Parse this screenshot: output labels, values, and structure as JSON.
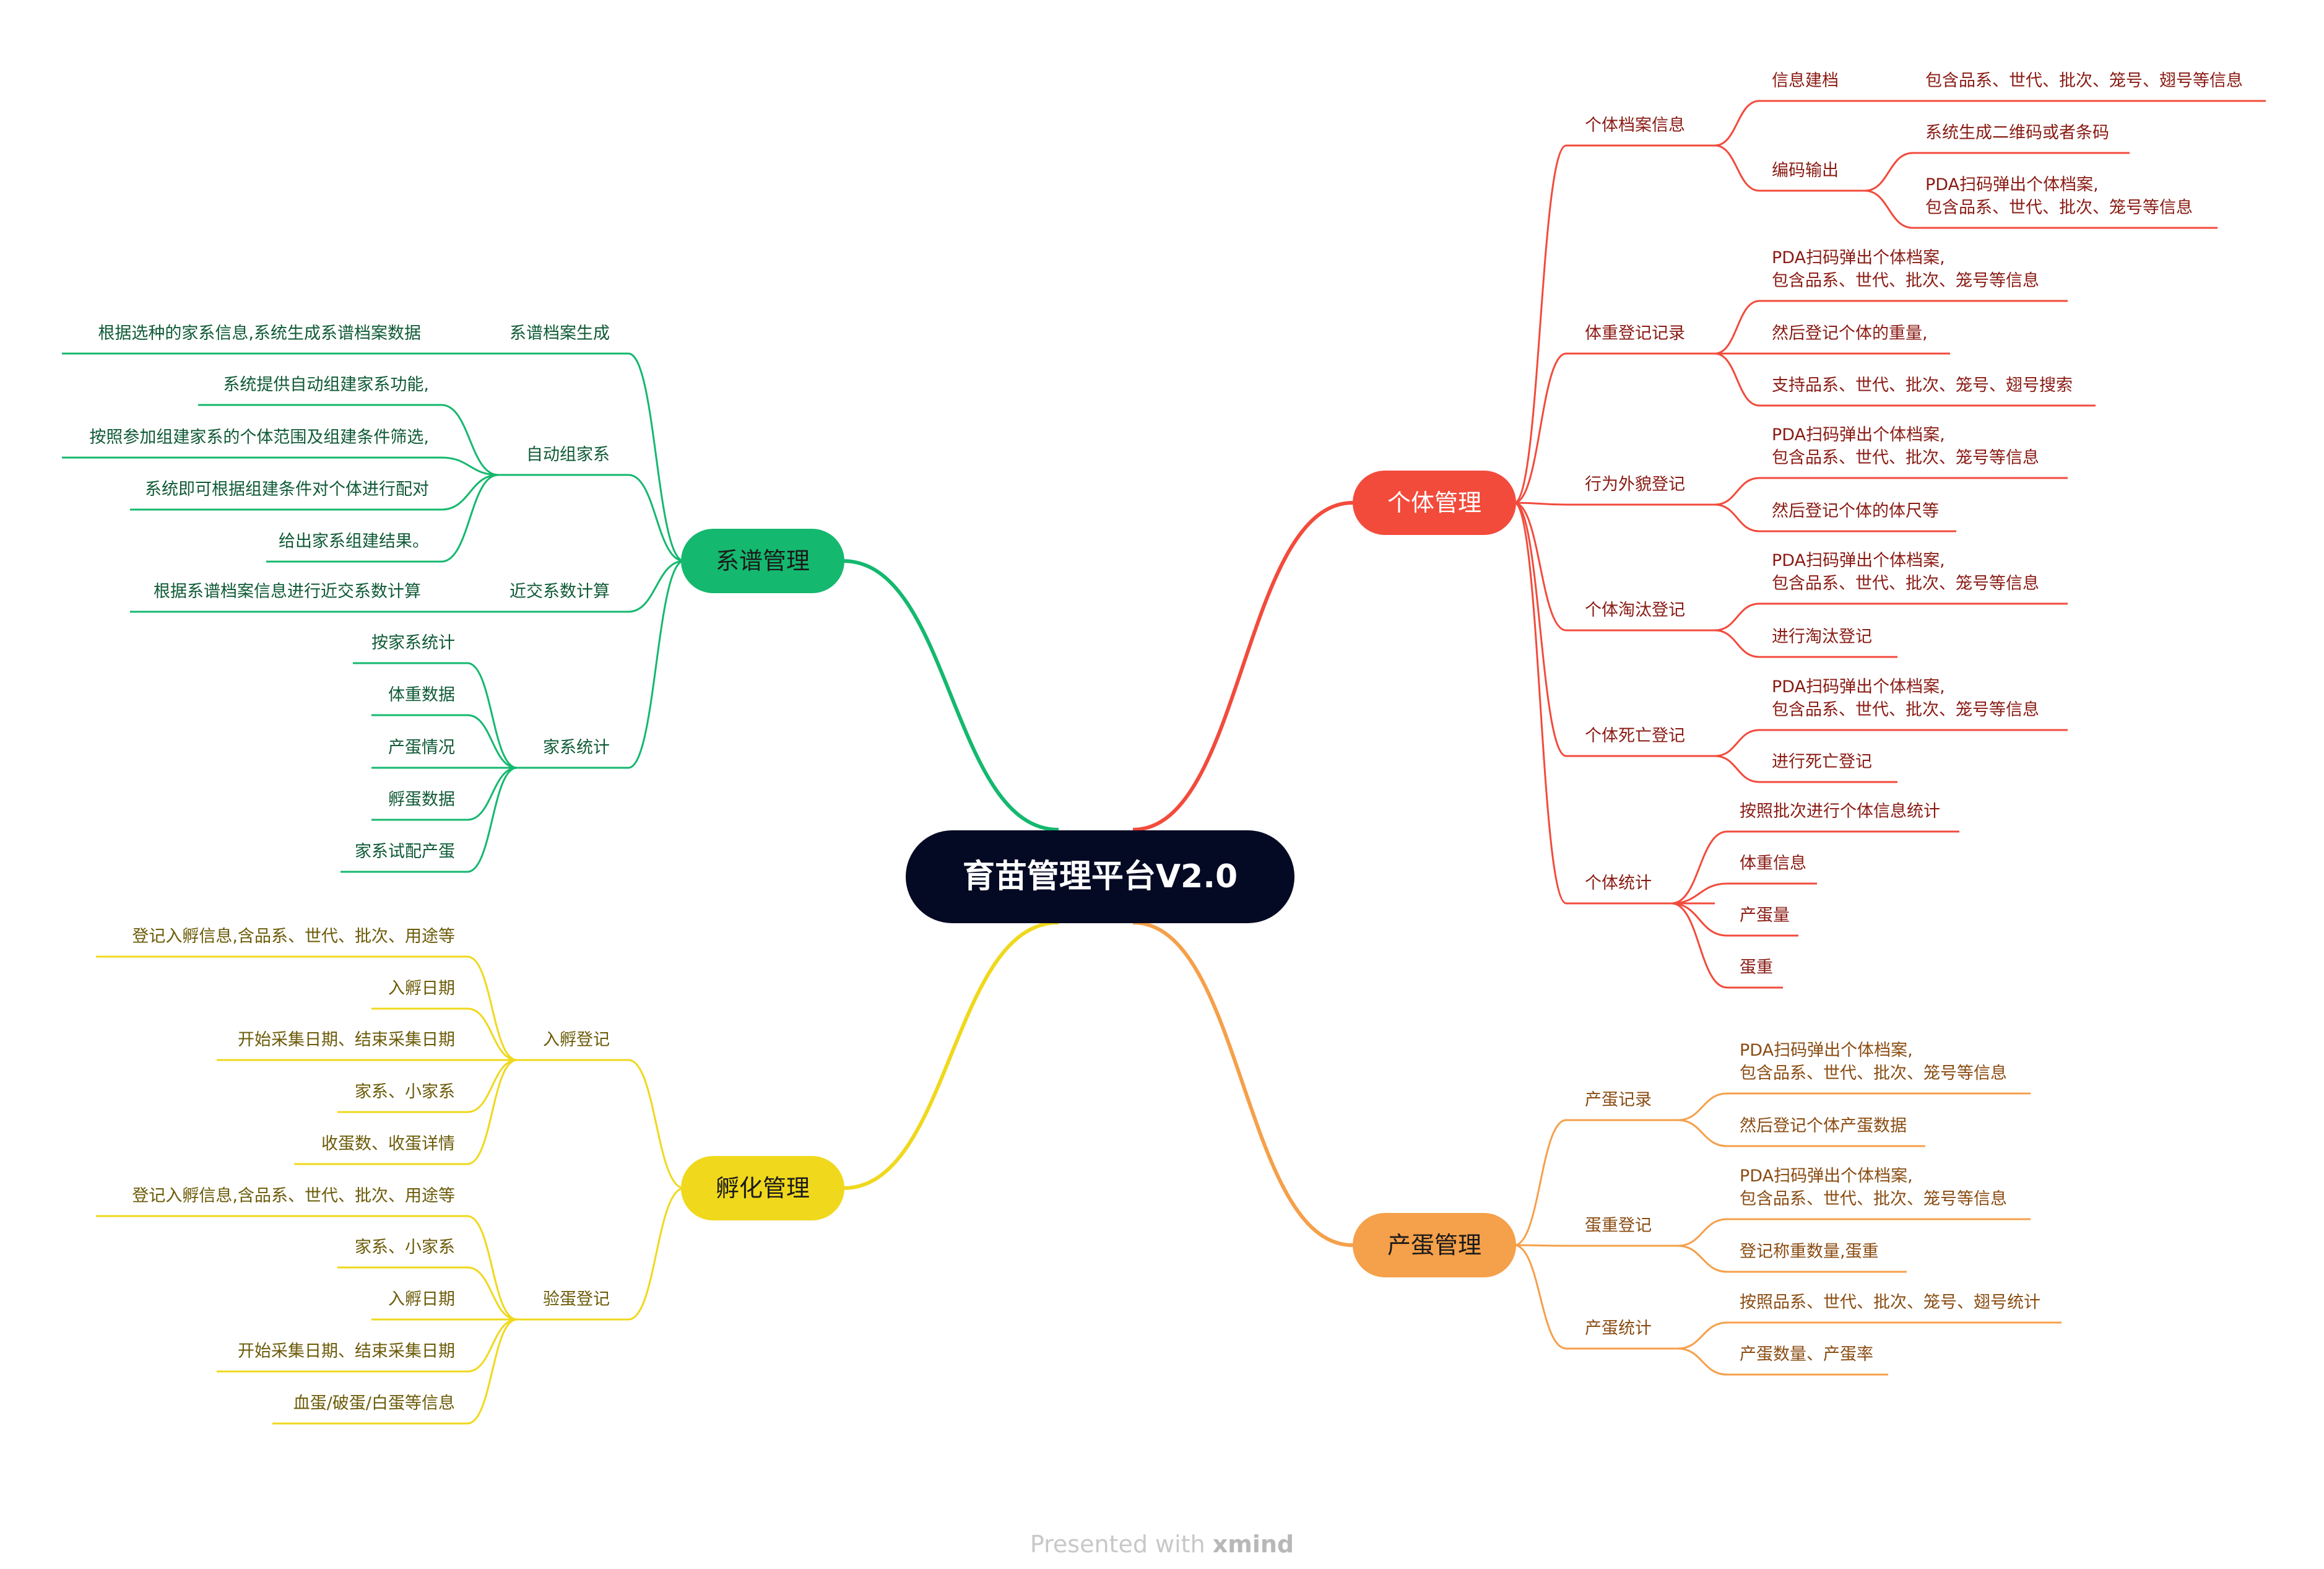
{
  "center": {
    "title": "育苗管理平台V2.0"
  },
  "colors": {
    "center_bg": "#050a24",
    "individual": "#f24b3c",
    "individual_text": "#8a1b14",
    "egg": "#f5a04a",
    "egg_text": "#8a4c12",
    "pedigree": "#14b86e",
    "pedigree_text": "#0f5a36",
    "hatch": "#f0d81c",
    "hatch_text": "#6b5b08"
  },
  "branches": {
    "individual": {
      "label": "个体管理",
      "topics": [
        {
          "label": "个体档案信息",
          "children": [
            {
              "label": "信息建档",
              "children": [
                {
                  "label": "包含品系、世代、批次、笼号、翅号等信息"
                }
              ]
            },
            {
              "label": "编码输出",
              "children": [
                {
                  "label": "系统生成二维码或者条码"
                },
                {
                  "label": "PDA扫码弹出个体档案,",
                  "label2": "包含品系、世代、批次、笼号等信息"
                }
              ]
            }
          ]
        },
        {
          "label": "体重登记记录",
          "children": [
            {
              "label": "PDA扫码弹出个体档案,",
              "label2": "包含品系、世代、批次、笼号等信息"
            },
            {
              "label": "然后登记个体的重量,"
            },
            {
              "label": "支持品系、世代、批次、笼号、翅号搜索"
            }
          ]
        },
        {
          "label": "行为外貌登记",
          "children": [
            {
              "label": "PDA扫码弹出个体档案,",
              "label2": "包含品系、世代、批次、笼号等信息"
            },
            {
              "label": "然后登记个体的体尺等"
            }
          ]
        },
        {
          "label": "个体淘汰登记",
          "children": [
            {
              "label": "PDA扫码弹出个体档案,",
              "label2": "包含品系、世代、批次、笼号等信息"
            },
            {
              "label": "进行淘汰登记"
            }
          ]
        },
        {
          "label": "个体死亡登记",
          "children": [
            {
              "label": "PDA扫码弹出个体档案,",
              "label2": "包含品系、世代、批次、笼号等信息"
            },
            {
              "label": "进行死亡登记"
            }
          ]
        },
        {
          "label": "个体统计",
          "children": [
            {
              "label": "按照批次进行个体信息统计"
            },
            {
              "label": "体重信息"
            },
            {
              "label": "产蛋量"
            },
            {
              "label": "蛋重"
            }
          ]
        }
      ]
    },
    "egg": {
      "label": "产蛋管理",
      "topics": [
        {
          "label": "产蛋记录",
          "children": [
            {
              "label": "PDA扫码弹出个体档案,",
              "label2": "包含品系、世代、批次、笼号等信息"
            },
            {
              "label": "然后登记个体产蛋数据"
            }
          ]
        },
        {
          "label": "蛋重登记",
          "children": [
            {
              "label": "PDA扫码弹出个体档案,",
              "label2": "包含品系、世代、批次、笼号等信息"
            },
            {
              "label": "登记称重数量,蛋重"
            }
          ]
        },
        {
          "label": "产蛋统计",
          "children": [
            {
              "label": "按照品系、世代、批次、笼号、翅号统计"
            },
            {
              "label": "产蛋数量、产蛋率"
            }
          ]
        }
      ]
    },
    "pedigree": {
      "label": "系谱管理",
      "topics": [
        {
          "label": "系谱档案生成",
          "children": [
            {
              "label": "根据选种的家系信息,系统生成系谱档案数据"
            }
          ]
        },
        {
          "label": "自动组家系",
          "children": [
            {
              "label": "系统提供自动组建家系功能,"
            },
            {
              "label": "按照参加组建家系的个体范围及组建条件筛选,"
            },
            {
              "label": "系统即可根据组建条件对个体进行配对"
            },
            {
              "label": "给出家系组建结果。"
            }
          ]
        },
        {
          "label": "近交系数计算",
          "children": [
            {
              "label": "根据系谱档案信息进行近交系数计算"
            }
          ]
        },
        {
          "label": "家系统计",
          "children": [
            {
              "label": "按家系统计"
            },
            {
              "label": "体重数据"
            },
            {
              "label": "产蛋情况"
            },
            {
              "label": "孵蛋数据"
            },
            {
              "label": "家系试配产蛋"
            }
          ]
        }
      ]
    },
    "hatch": {
      "label": "孵化管理",
      "topics": [
        {
          "label": "入孵登记",
          "children": [
            {
              "label": "登记入孵信息,含品系、世代、批次、用途等"
            },
            {
              "label": "入孵日期"
            },
            {
              "label": "开始采集日期、结束采集日期"
            },
            {
              "label": "家系、小家系"
            },
            {
              "label": "收蛋数、收蛋详情"
            }
          ]
        },
        {
          "label": "验蛋登记",
          "children": [
            {
              "label": "登记入孵信息,含品系、世代、批次、用途等"
            },
            {
              "label": "家系、小家系"
            },
            {
              "label": "入孵日期"
            },
            {
              "label": "开始采集日期、结束采集日期"
            },
            {
              "label": "血蛋/破蛋/白蛋等信息"
            }
          ]
        }
      ]
    }
  },
  "footer": {
    "prefix": "Presented with ",
    "brand": "xmind"
  }
}
